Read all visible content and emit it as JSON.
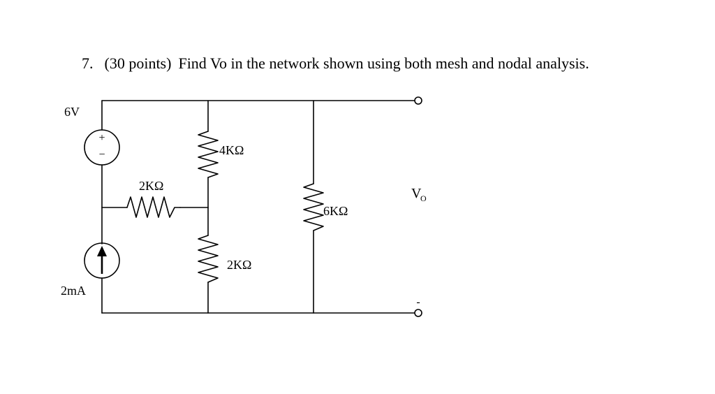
{
  "problem": {
    "number": "7.",
    "points": "(30 points)",
    "text": "Find Vo in the network shown using both mesh and nodal analysis."
  },
  "circuit": {
    "voltage_source": {
      "label": "6V",
      "plus": "+",
      "minus": "−"
    },
    "current_source": {
      "label": "2mA"
    },
    "r_series": {
      "label": "2KΩ"
    },
    "r_top": {
      "label": "4KΩ"
    },
    "r_bottom": {
      "label": "2KΩ"
    },
    "r_right": {
      "label": "6KΩ"
    },
    "output": {
      "label_main": "V",
      "label_sub": "O",
      "minus_sign": "-"
    }
  }
}
